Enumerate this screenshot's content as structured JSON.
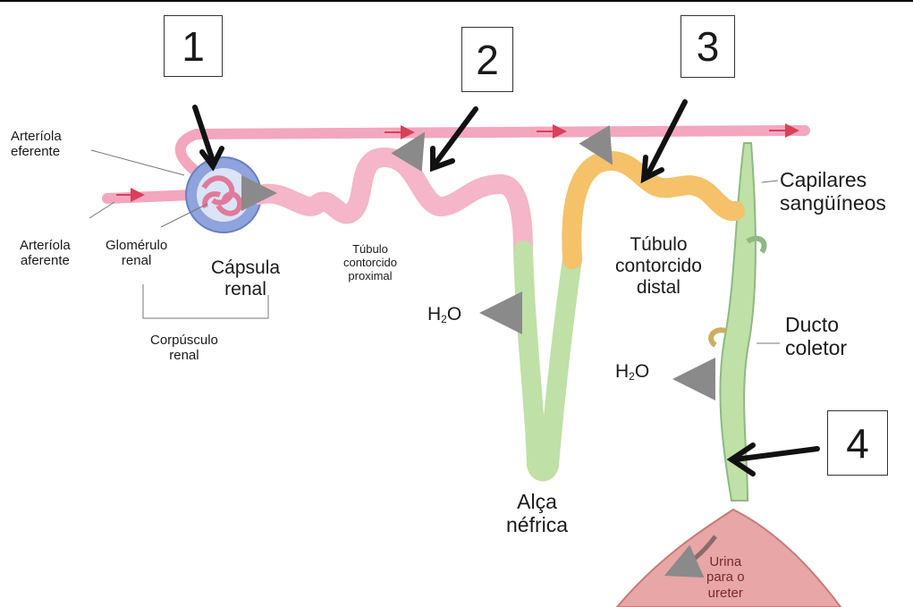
{
  "labels": {
    "arteriola_eferente": [
      "Arteríola",
      "eferente"
    ],
    "arteriola_aferente": [
      "Arteríola",
      "aferente"
    ],
    "glomerulo_renal": [
      "Glomérulo",
      "renal"
    ],
    "capsula_renal": [
      "Cápsula",
      "renal"
    ],
    "corpusculo_renal": [
      "Corpúsculo",
      "renal"
    ],
    "tubulo_proximal": [
      "Túbulo",
      "contorcido",
      "proximal"
    ],
    "tubulo_distal": [
      "Túbulo",
      "contorcido",
      "distal"
    ],
    "capilares": [
      "Capilares",
      "sangüíneos"
    ],
    "ducto_coletor": [
      "Ducto",
      "coletor"
    ],
    "alca_nefrica": [
      "Alça",
      "néfrica"
    ],
    "urina": [
      "Urina",
      "para o",
      "ureter"
    ],
    "h2o_left": {
      "main": "H",
      "sub": "2",
      "tail": "O"
    },
    "h2o_right": {
      "main": "H",
      "sub": "2",
      "tail": "O"
    }
  },
  "markers": [
    "1",
    "2",
    "3",
    "4"
  ],
  "colors": {
    "vessel_pink": "#f2a7bf",
    "proximal_pink": "#f4b6c8",
    "capsule_blue": "#8fa3dc",
    "distal_orange": "#f5c26a",
    "duct_green": "#bfe0a6",
    "urine_red": "#e8a6a6",
    "arrow_gray": "#8a8a8a"
  }
}
